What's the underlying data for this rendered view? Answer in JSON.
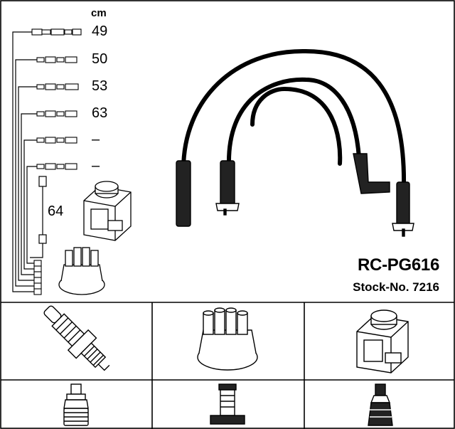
{
  "header": {
    "unit": "cm"
  },
  "cable_lengths": [
    "49",
    "50",
    "53",
    "63",
    "–",
    "–"
  ],
  "coil_lead_length": "64",
  "product": {
    "model": "RC-PG616",
    "stock_no": "Stock-No. 7216"
  },
  "components": {
    "top_row": [
      "spark-plug-icon",
      "distributor-cap-icon",
      "ignition-coil-icon"
    ],
    "bottom_row": [
      "plug-boot-straight-icon",
      "distributor-terminal-icon",
      "coil-boot-icon"
    ]
  },
  "colors": {
    "line": "#000000",
    "background": "#ffffff",
    "boot_gray": "#bbbbbb"
  }
}
